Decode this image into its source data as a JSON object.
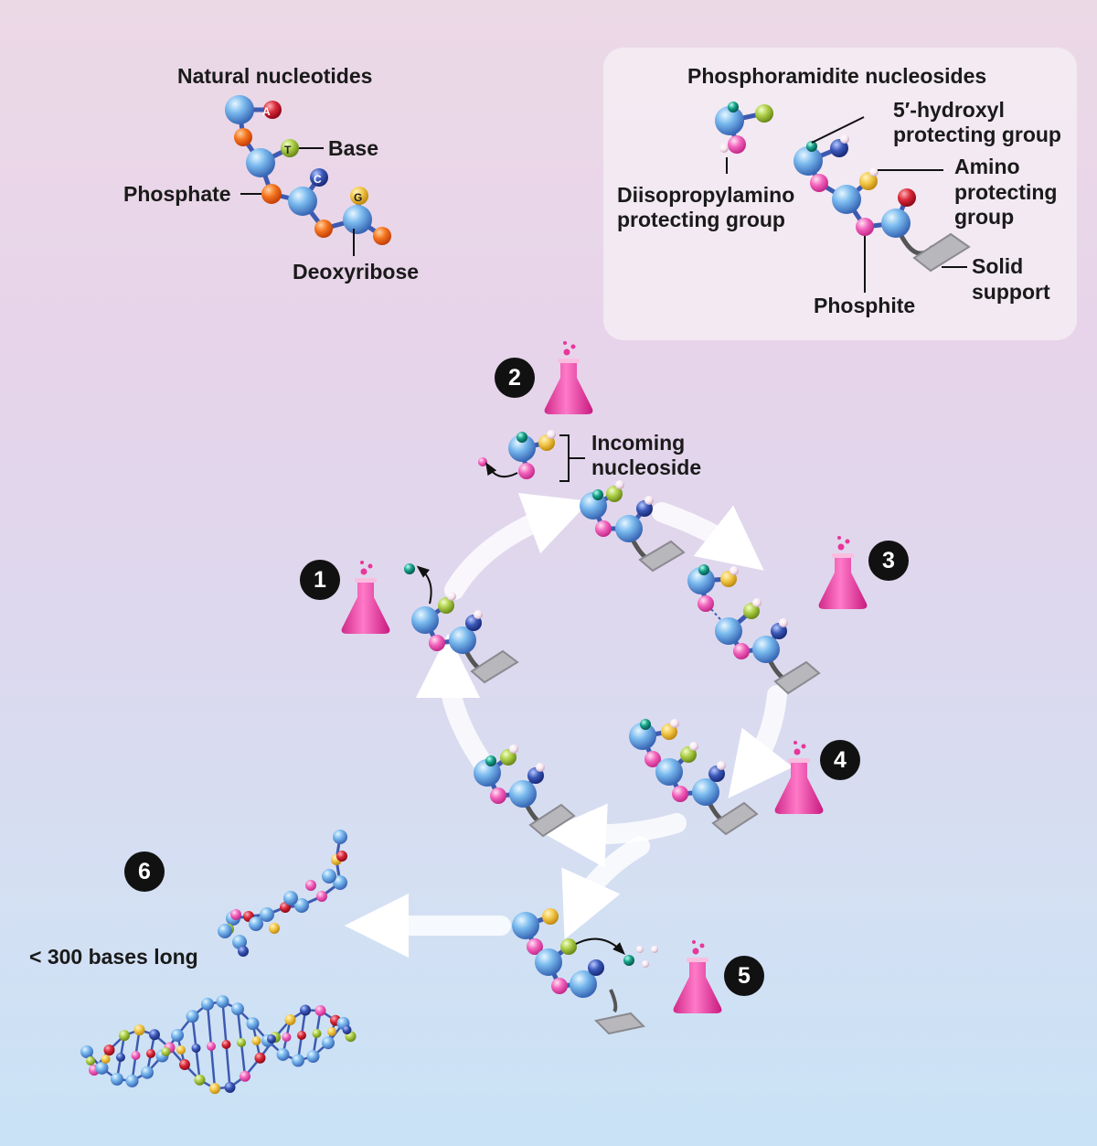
{
  "natural": {
    "title": "Natural nucleotides",
    "base_letters": [
      "A",
      "T",
      "C",
      "G"
    ],
    "labels": {
      "base": "Base",
      "phosphate": "Phosphate",
      "deoxyribose": "Deoxyribose"
    }
  },
  "phosphoramidite": {
    "title": "Phosphoramidite nucleosides",
    "labels": {
      "hydroxyl_1": "5′-hydroxyl",
      "hydroxyl_2": "protecting group",
      "diiso_1": "Diisopropylamino",
      "diiso_2": "protecting group",
      "amino_1": "Amino",
      "amino_2": "protecting",
      "amino_3": "group",
      "phosphite": "Phosphite",
      "solid_1": "Solid",
      "solid_2": "support"
    }
  },
  "cycle": {
    "steps": [
      "1",
      "2",
      "3",
      "4",
      "5",
      "6"
    ],
    "incoming_1": "Incoming",
    "incoming_2": "nucleoside",
    "length_label": "< 300 bases long"
  },
  "colors": {
    "sugar": "#6fb1e8",
    "phosphate": "#f06a10",
    "phosphite": "#f05cb8",
    "bond": "#3d5ab0",
    "flask": "#f050a8",
    "step_badge": "#111111",
    "base_A": "#d8283c",
    "base_T": "#a8cc44",
    "base_C": "#3a5ab8",
    "base_G": "#f0c848"
  }
}
